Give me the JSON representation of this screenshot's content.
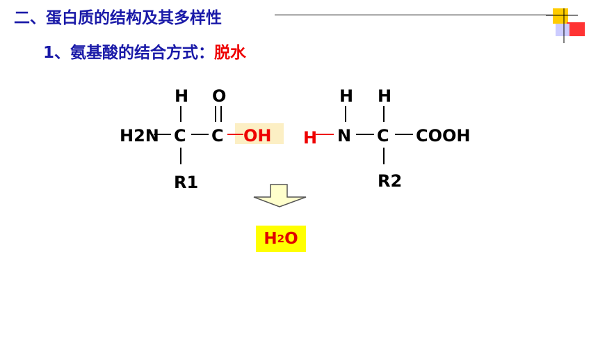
{
  "slide": {
    "title": "二、蛋白质的结构及其多样性",
    "subtitle_prefix": "1、氨基酸的结合方式：",
    "subtitle_highlight": "脱水"
  },
  "diagram": {
    "amino_acid_1": {
      "amino_group": "H2N",
      "alpha_h": "H",
      "alpha_c": "C",
      "carboxyl_c": "C",
      "carbonyl_o": "O",
      "hydroxyl": "OH",
      "r_group": "R1"
    },
    "amino_acid_2": {
      "amine_h_top": "H",
      "amine_h_left": "H",
      "amine_n": "N",
      "alpha_h": "H",
      "alpha_c": "C",
      "carboxyl": "COOH",
      "r_group": "R2"
    },
    "product": {
      "water_main": "H",
      "water_sub": "2",
      "water_end": "O"
    }
  },
  "colors": {
    "title_blue": "#1a1aa8",
    "accent_red": "#ee0000",
    "highlight_yellow": "#ffff00",
    "arrow_fill": "#ffffcc",
    "oh_highlight": "#fcefc4"
  }
}
